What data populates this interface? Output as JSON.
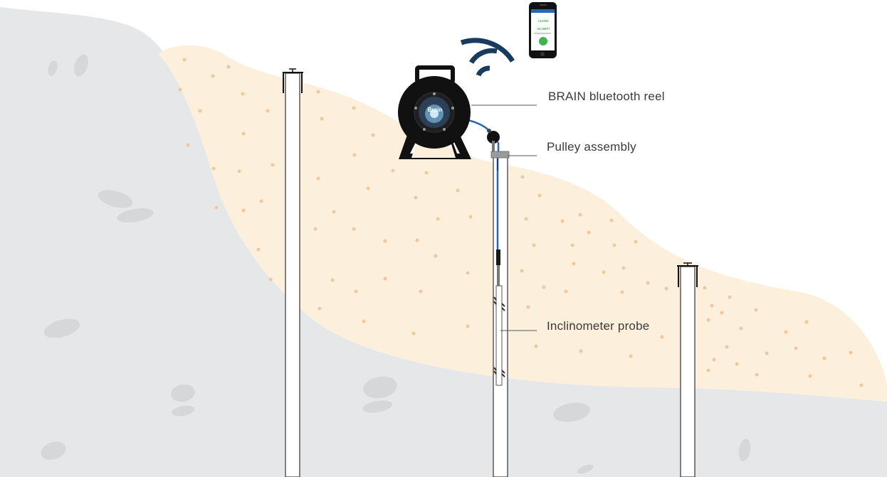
{
  "callouts": {
    "reel": "BRAIN bluetooth reel",
    "pulley": "Pulley assembly",
    "probe": "Inclinometer probe"
  },
  "reel_face": {
    "brand": "Brain"
  },
  "phone_screen": {
    "reading_a": "+3.2002",
    "reading_b": "-21.19877"
  },
  "colors": {
    "rock": "#e6e7e9",
    "rock_spot": "#d6d7d9",
    "soil": "#fcf0dc",
    "soil_dot": "#f2c79a",
    "cable": "#2a66b8",
    "reel_body": "#111111",
    "wifi": "#173c5f",
    "phone_green": "#3fb34f"
  }
}
